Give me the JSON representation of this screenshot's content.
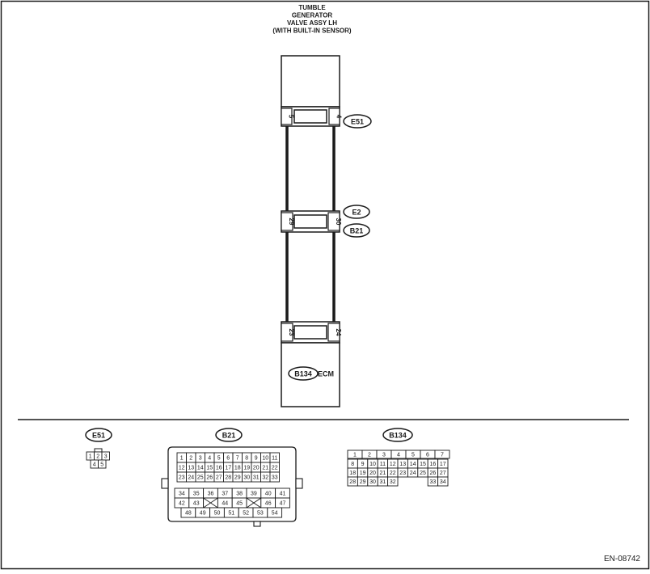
{
  "figure_id": "EN-08742",
  "component_top": {
    "title_lines": [
      "TUMBLE",
      "GENERATOR",
      "VALVE ASSY LH",
      "(WITH BUILT-IN SENSOR)"
    ]
  },
  "connectors": {
    "e51": {
      "label": "E51",
      "pins": [
        "5",
        "4"
      ]
    },
    "e2": {
      "label": "E2"
    },
    "b21": {
      "label": "B21",
      "pins": [
        "29",
        "30"
      ]
    },
    "b134": {
      "label": "B134",
      "pins": [
        "23",
        "24"
      ]
    }
  },
  "ecm": {
    "label": "ECM"
  },
  "faces": {
    "e51": {
      "label": "E51",
      "rows": [
        [
          "1",
          "2",
          "3"
        ],
        [
          "4",
          "5"
        ]
      ]
    },
    "b21": {
      "label": "B21",
      "rows": [
        [
          "1",
          "2",
          "3",
          "4",
          "5",
          "6",
          "7",
          "8",
          "9",
          "10",
          "11"
        ],
        [
          "12",
          "13",
          "14",
          "15",
          "16",
          "17",
          "18",
          "19",
          "20",
          "21",
          "22"
        ],
        [
          "23",
          "24",
          "25",
          "26",
          "27",
          "28",
          "29",
          "30",
          "31",
          "32",
          "33"
        ],
        [
          "34",
          "35",
          "36",
          "37",
          "38",
          "39",
          "40",
          "41"
        ],
        [
          "42",
          "43",
          "44",
          "45",
          "46",
          "47"
        ],
        [
          "48",
          "49",
          "50",
          "51",
          "52",
          "53",
          "54"
        ]
      ]
    },
    "b134": {
      "label": "B134",
      "rows": [
        [
          "1",
          "2",
          "3",
          "4",
          "5",
          "6",
          "7"
        ],
        [
          "8",
          "9",
          "10",
          "11",
          "12",
          "13",
          "14",
          "15",
          "16",
          "17"
        ],
        [
          "18",
          "19",
          "20",
          "21",
          "22",
          "23",
          "24",
          "25",
          "26",
          "27"
        ],
        [
          "28",
          "29",
          "30",
          "31",
          "32",
          "33",
          "34"
        ]
      ]
    }
  },
  "colors": {
    "line": "#1a1a1a",
    "face_fill": "#ffffff",
    "background": "#ffffff"
  }
}
